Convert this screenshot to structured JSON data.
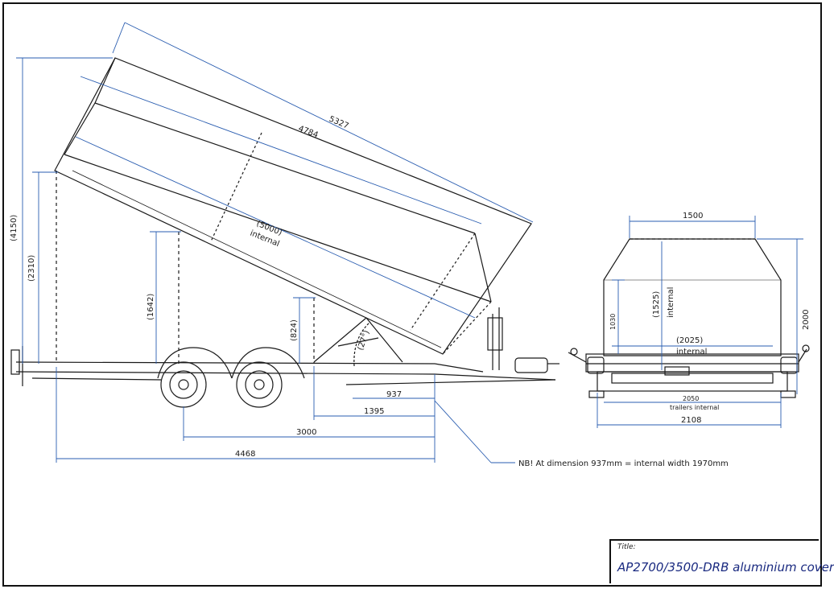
{
  "colors": {
    "frame": "#111111",
    "drawing": "#1a1a1a",
    "dimension": "#2a5db0",
    "title_text": "#1a2a80"
  },
  "side_view": {
    "dimensions": {
      "overall_length": "5327",
      "body_length": "4784",
      "internal_length": "(5000)",
      "internal_label": "internal",
      "overall_height_tipped": "(4150)",
      "rear_height": "(2310)",
      "mid_height": "(1642)",
      "ram_height": "(824)",
      "tip_angle": "(27°)",
      "length_937": "937",
      "length_1395": "1395",
      "length_3000": "3000",
      "length_4468": "4468"
    },
    "note": "NB! At dimension 937mm = internal width 1970mm"
  },
  "rear_view": {
    "dimensions": {
      "top_width": "1500",
      "internal_height": "(1525)",
      "internal_height_label": "internal",
      "side_height": "1030",
      "overall_height": "2000",
      "internal_width": "(2025)",
      "internal_width_label": "internal",
      "trailers_internal": "2050",
      "trailers_internal_label": "trailers internal",
      "overall_width": "2108"
    }
  },
  "title_block": {
    "label": "Title:",
    "title": "AP2700/3500-DRB aluminium cover"
  }
}
